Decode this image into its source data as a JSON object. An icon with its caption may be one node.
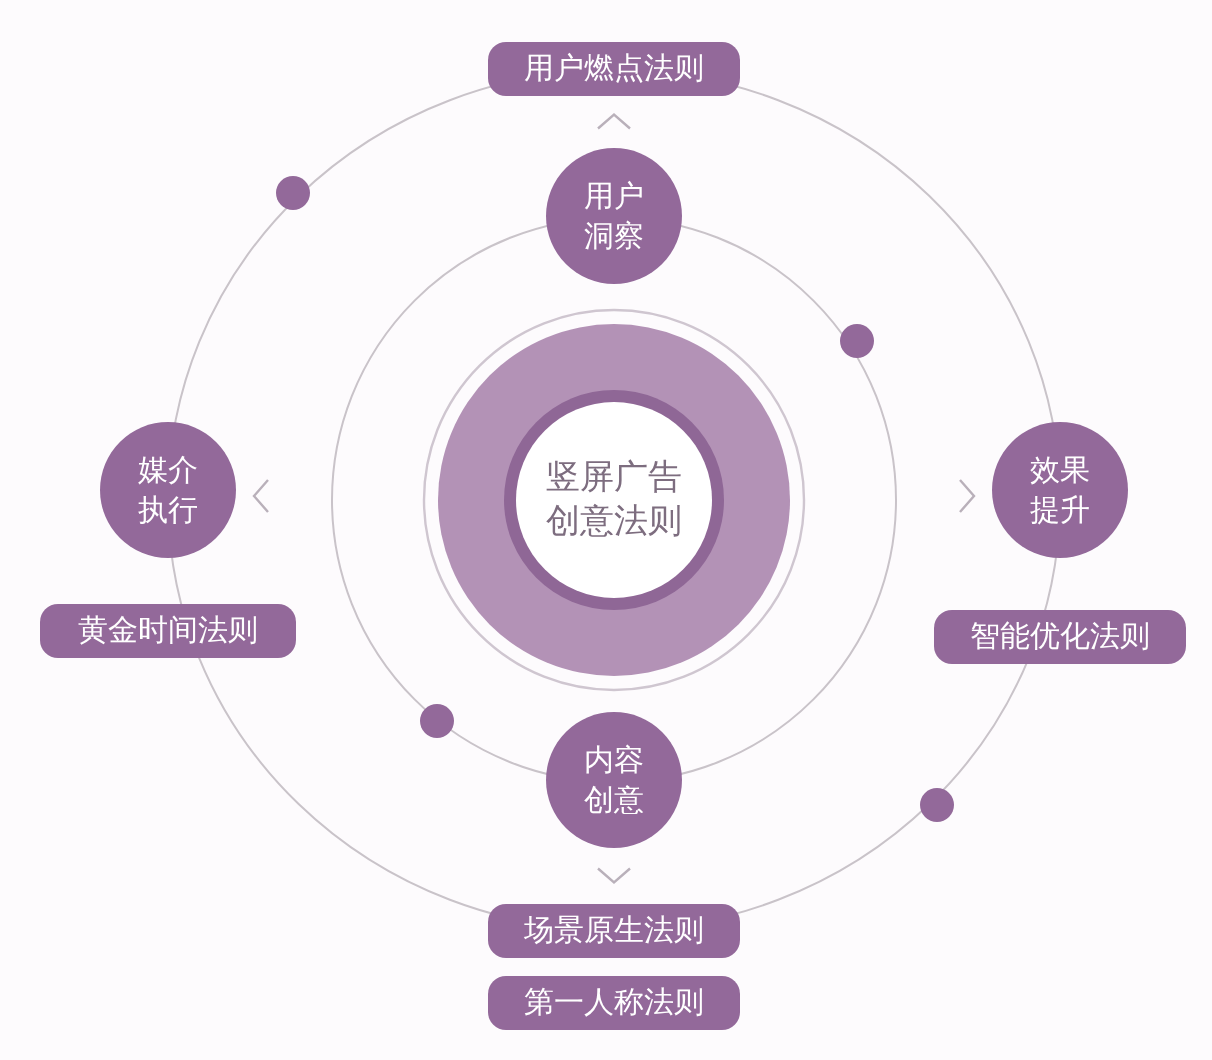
{
  "diagram": {
    "nodes": [
      {
        "text": [
          "用户燃点法则"
        ]
      },
      {
        "text": [
          "用户洞察"
        ]
      },
      {
        "text": [
          "媒介执行"
        ]
      },
      {
        "text": [
          "竖屏广告创意法则"
        ]
      },
      {
        "text": [
          "效果提升"
        ]
      },
      {
        "text": [
          "黄金时间法则"
        ]
      },
      {
        "text": [
          "智能优化法则"
        ]
      },
      {
        "text": [
          "内容创意"
        ]
      },
      {
        "text": [
          "场景原生法则"
        ]
      },
      {
        "text": [
          "第一人称法则"
        ]
      },
      {
        "text": [],
        "shape": "circle"
      },
      {
        "text": [],
        "shape": "circle"
      },
      {
        "text": [],
        "shape": "circle"
      },
      {
        "text": [],
        "shape": "circle"
      }
    ],
    "edges": [
      {
        "from": 1,
        "to": 0,
        "arrow": "to"
      },
      {
        "from": 7,
        "to": 8,
        "arrow": "to"
      }
    ]
  }
}
